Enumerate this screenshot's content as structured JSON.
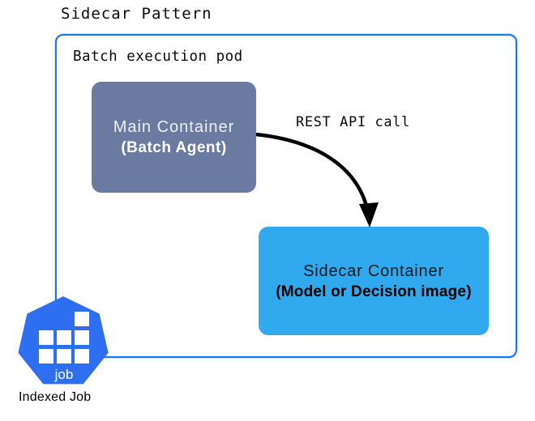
{
  "title": "Sidecar Pattern",
  "pod": {
    "label": "Batch execution pod",
    "border_color": "#1476fa"
  },
  "main_container": {
    "title": "Main Container",
    "subtitle": "(Batch Agent)",
    "fill": "#6b7aa0"
  },
  "sidecar_container": {
    "title": "Sidecar Container",
    "subtitle": "(Model or Decision image)",
    "fill": "#30a9ef"
  },
  "connection": {
    "label": "REST API call",
    "color": "#000000"
  },
  "job_icon": {
    "label": "job",
    "fill": "#2e6ff2",
    "squares_color": "#ffffff"
  },
  "caption": "Indexed Job"
}
